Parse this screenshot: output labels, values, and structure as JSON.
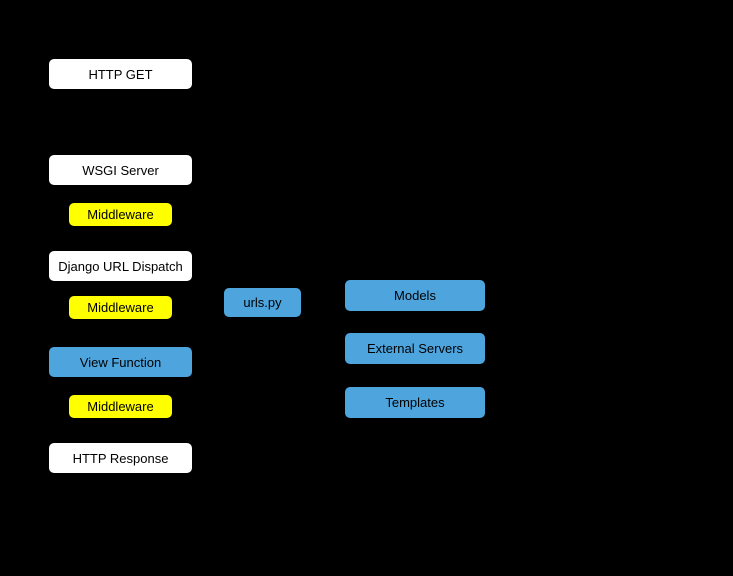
{
  "diagram": {
    "title": "Django request/response flow diagram",
    "colors": {
      "background": "#000000",
      "box_white": "#ffffff",
      "box_yellow": "#ffff00",
      "box_blue": "#4ea5de",
      "text": "#000000"
    },
    "nodes": {
      "http_get": {
        "label": "HTTP GET",
        "color": "#ffffff"
      },
      "wsgi_server": {
        "label": "WSGI Server",
        "color": "#ffffff"
      },
      "middleware_1": {
        "label": "Middleware",
        "color": "#ffff00"
      },
      "django_url_dispatch": {
        "label": "Django URL Dispatch",
        "color": "#ffffff"
      },
      "middleware_2": {
        "label": "Middleware",
        "color": "#ffff00"
      },
      "view_function": {
        "label": "View Function",
        "color": "#4ea5de"
      },
      "middleware_3": {
        "label": "Middleware",
        "color": "#ffff00"
      },
      "http_response": {
        "label": "HTTP Response",
        "color": "#ffffff"
      },
      "urls_py": {
        "label": "urls.py",
        "color": "#4ea5de"
      },
      "models": {
        "label": "Models",
        "color": "#4ea5de"
      },
      "external_servers": {
        "label": "External Servers",
        "color": "#4ea5de"
      },
      "templates": {
        "label": "Templates",
        "color": "#4ea5de"
      }
    }
  }
}
